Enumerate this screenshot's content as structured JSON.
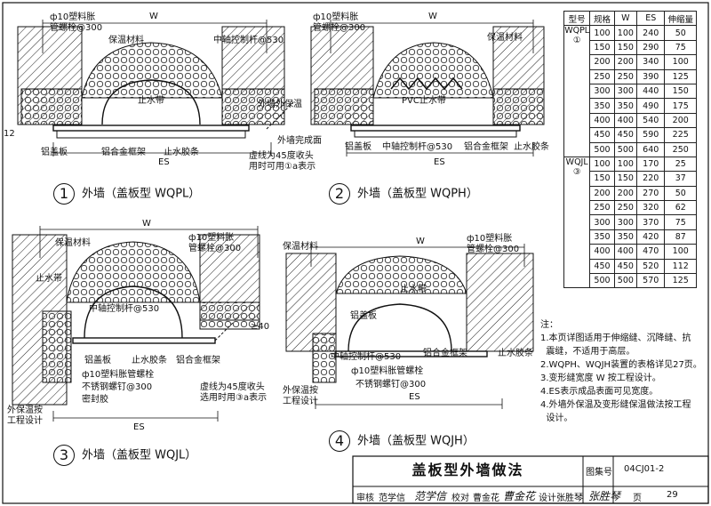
{
  "figures": {
    "f1": {
      "number": "1",
      "title": "外墙（盖板型  WQPL）",
      "labels": {
        "w": "W",
        "es": "ES",
        "dim12": "12",
        "plug": "ф10塑料胀\n管螺栓@300",
        "insul": "保温材料",
        "rod": "中轴控制杆@530",
        "waterstop": "止水带",
        "ext_insul": "外墙外保温",
        "wall_finish": "外墙完成面",
        "note_a": "虚线为45度收头\n用时可用①a表示",
        "plate": "铝盖板",
        "frame": "铝合金框架",
        "strip": "止水胶条"
      }
    },
    "f2": {
      "number": "2",
      "title": "外墙（盖板型  WQPH）",
      "labels": {
        "w": "W",
        "es": "ES",
        "plug": "ф10塑料胀\n管螺栓@300",
        "insul": "保温材料",
        "pvc": "PVC止水带",
        "plate": "铝盖板",
        "rod": "中轴控制杆@530",
        "frame": "铝合金框架",
        "strip": "止水胶条"
      }
    },
    "f3": {
      "number": "3",
      "title": "外墙（盖板型  WQJL）",
      "labels": {
        "w": "W",
        "es": "ES",
        "dim40": "≥40",
        "insul": "保温材料",
        "plug": "ф10塑料胀\n管螺栓@300",
        "waterstop": "止水带",
        "rod": "中轴控制杆@530",
        "plate": "铝盖板",
        "strip": "止水胶条",
        "frame": "铝合金框架",
        "plug2": "ф10塑料胀管螺栓",
        "screw": "不锈钢螺钉@300",
        "seal": "密封胶",
        "note_a": "虚线为45度收头\n选用时用③a表示",
        "ext": "外保温按\n工程设计"
      }
    },
    "f4": {
      "number": "4",
      "title": "外墙（盖板型  WQJH）",
      "labels": {
        "w": "W",
        "es": "ES",
        "insul": "保温材料",
        "plug": "ф10塑料胀\n管螺栓@300",
        "waterstop": "止水带",
        "plate": "铝盖板",
        "frame": "铝合金框架",
        "strip": "止水胶条",
        "rod": "中轴控制杆@530",
        "plug2": "ф10塑料胀管螺栓",
        "screw": "不锈钢螺钉@300",
        "ext": "外保温按\n工程设计"
      }
    }
  },
  "spec_table": {
    "headers": [
      "型号",
      "规格",
      "W",
      "ES",
      "伸缩量"
    ],
    "groups": [
      {
        "model": "WQPL",
        "model_num": "①",
        "rows": [
          [
            "100",
            "100",
            "240",
            "50"
          ],
          [
            "150",
            "150",
            "290",
            "75"
          ],
          [
            "200",
            "200",
            "340",
            "100"
          ],
          [
            "250",
            "250",
            "390",
            "125"
          ],
          [
            "300",
            "300",
            "440",
            "150"
          ],
          [
            "350",
            "350",
            "490",
            "175"
          ],
          [
            "400",
            "400",
            "540",
            "200"
          ],
          [
            "450",
            "450",
            "590",
            "225"
          ],
          [
            "500",
            "500",
            "640",
            "250"
          ]
        ]
      },
      {
        "model": "WQJL",
        "model_num": "③",
        "rows": [
          [
            "100",
            "100",
            "170",
            "25"
          ],
          [
            "150",
            "150",
            "220",
            "37"
          ],
          [
            "200",
            "200",
            "270",
            "50"
          ],
          [
            "250",
            "250",
            "320",
            "62"
          ],
          [
            "300",
            "300",
            "370",
            "75"
          ],
          [
            "350",
            "350",
            "420",
            "87"
          ],
          [
            "400",
            "400",
            "470",
            "100"
          ],
          [
            "450",
            "450",
            "520",
            "112"
          ],
          [
            "500",
            "500",
            "570",
            "125"
          ]
        ]
      }
    ]
  },
  "notes": {
    "title": "注：",
    "items": [
      "1.本页详图适用于伸缩缝、沉降缝、抗\n  震缝，不适用于高层。",
      "2.WQPH、WQJH装置的表格详见27页。",
      "3.变形缝宽度 W 按工程设计。",
      "4.ES表示成品表面可见宽度。",
      "4.外墙外保温及变形缝保温做法按工程\n  设计。"
    ]
  },
  "title_block": {
    "title": "盖板型外墙做法",
    "atlas_label": "图集号",
    "atlas_no": "04CJ01-2",
    "review_label": "审核",
    "reviewer": "范学信",
    "reviewer_sig": "范学信",
    "check_label": "校对",
    "checker": "曹金花",
    "checker_sig": "曹金花",
    "design_label": "设计",
    "designer": "张胜琴",
    "designer_sig": "张胜琴",
    "page_label": "页",
    "page_no": "29"
  },
  "colors": {
    "line": "#111111",
    "paper": "#ffffff"
  }
}
